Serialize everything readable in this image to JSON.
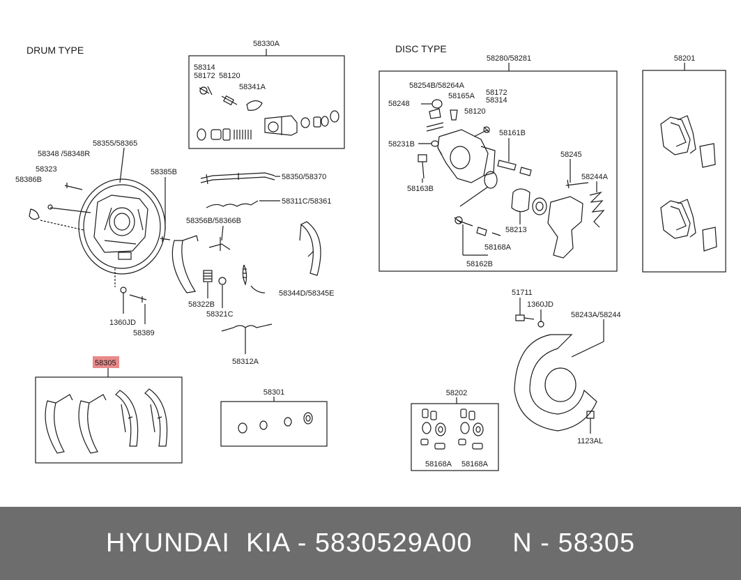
{
  "sections": {
    "drum": "DRUM TYPE",
    "disc": "DISC TYPE"
  },
  "highlight_color": "#e98a8a",
  "footer_bg": "#6d6d6d",
  "labels": {
    "drum_wheel_cyl_box": "58330A",
    "l_58314": "58314",
    "l_58172": "58172",
    "l_58120": "58120",
    "l_58341A": "58341A",
    "l_58355": "58355/58365",
    "l_58348": "58348 /58348R",
    "l_58323": "58323",
    "l_58386B": "58386B",
    "l_58385B": "58385B",
    "l_58350": "58350/58370",
    "l_58311C": "58311C/58361",
    "l_58356B": "58356B/58366B",
    "l_58322B": "58322B",
    "l_58321C": "58321C",
    "l_58344D": "58344D/58345E",
    "l_1360JD_drum": "1360JD",
    "l_58389": "58389",
    "l_58312A": "58312A",
    "l_58305": "58305",
    "l_58301": "58301",
    "l_caliper_box": "58280/58281",
    "l_58254B": "58254B/58264A",
    "l_58165A": "58165A",
    "l_58248": "58248",
    "l_58172_disc": "58172",
    "l_58314_disc": "58314",
    "l_58120_disc": "58120",
    "l_58161B": "58161B",
    "l_58231B": "58231B",
    "l_58245": "58245",
    "l_58244A": "58244A",
    "l_58163B": "58163B",
    "l_58213": "58213",
    "l_58168A": "58168A",
    "l_58162B": "58162B",
    "l_58201": "58201",
    "l_51711": "51711",
    "l_1360JD_disc": "1360JD",
    "l_58243A": "58243A/58244",
    "l_58202": "58202",
    "l_58168A_a": "58168A",
    "l_58168A_b": "58168A",
    "l_1123AL": "1123AL"
  },
  "footer": {
    "text": "HYUNDAI  KIA - 5830529A00     N - 58305"
  }
}
